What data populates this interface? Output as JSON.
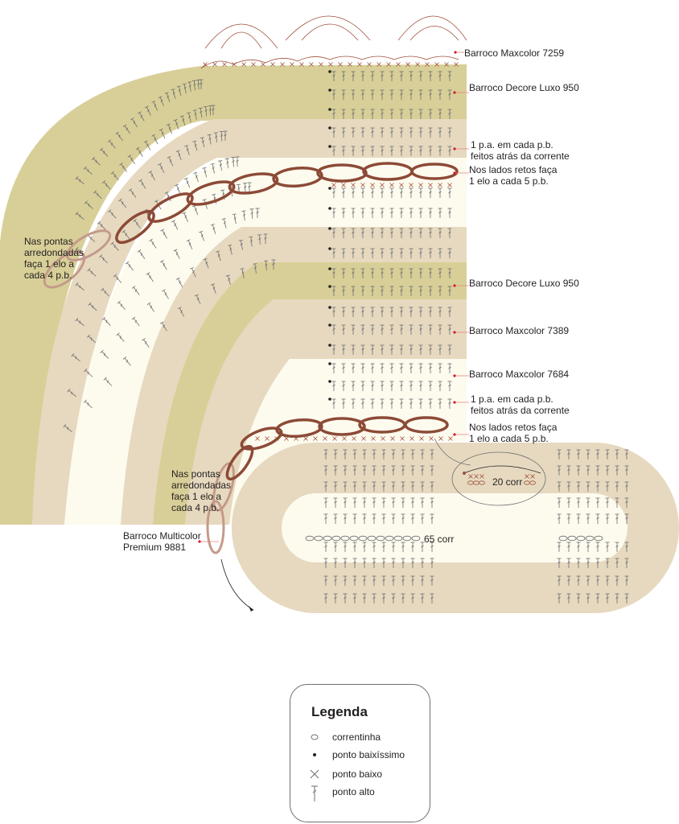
{
  "diagram": {
    "title": "Crochet rug chart",
    "colors": {
      "olive": "#d8cf98",
      "tan": "#e6d9bf",
      "cream": "#fdfaee",
      "chain_dark": "#8c4a36",
      "chain_light": "#c49a8a",
      "stitch": "#6d6e71",
      "stitch_red": "#a0503c",
      "pointer": "#d7192a"
    }
  },
  "labels": {
    "maxcolor_7259": "Barroco Maxcolor 7259",
    "decore_950_top": "Barroco Decore Luxo 950",
    "pa_top": [
      "1 p.a. em cada p.b.",
      "feitos atrás da corrente"
    ],
    "retos_top": [
      "Nos lados retos faça",
      "1 elo a cada 5 p.b."
    ],
    "pontas_left": [
      "Nas pontas",
      "arredondadas",
      "faça 1 elo a",
      "cada 4 p.b."
    ],
    "decore_950_mid": "Barroco Decore Luxo 950",
    "maxcolor_7389": "Barroco Maxcolor 7389",
    "maxcolor_7684": "Barroco Maxcolor 7684",
    "pa_bottom": [
      "1 p.a. em cada p.b.",
      "feitos atrás da corrente"
    ],
    "retos_bottom": [
      "Nos lados retos faça",
      "1 elo a cada 5 p.b."
    ],
    "pontas_bottom": [
      "Nas pontas",
      "arredondadas",
      "faça 1 elo a",
      "cada 4 p.b."
    ],
    "multicolor": [
      "Barroco Multicolor",
      "Premium 9881"
    ],
    "corr_20": "20 corr",
    "corr_65": "65 corr"
  },
  "legend": {
    "title": "Legenda",
    "items": [
      {
        "icon": "chain-stitch-icon",
        "label": "correntinha"
      },
      {
        "icon": "slip-stitch-icon",
        "label": "ponto baixíssimo"
      },
      {
        "icon": "single-crochet-icon",
        "label": "ponto baixo"
      },
      {
        "icon": "double-crochet-icon",
        "label": "ponto alto"
      }
    ]
  }
}
